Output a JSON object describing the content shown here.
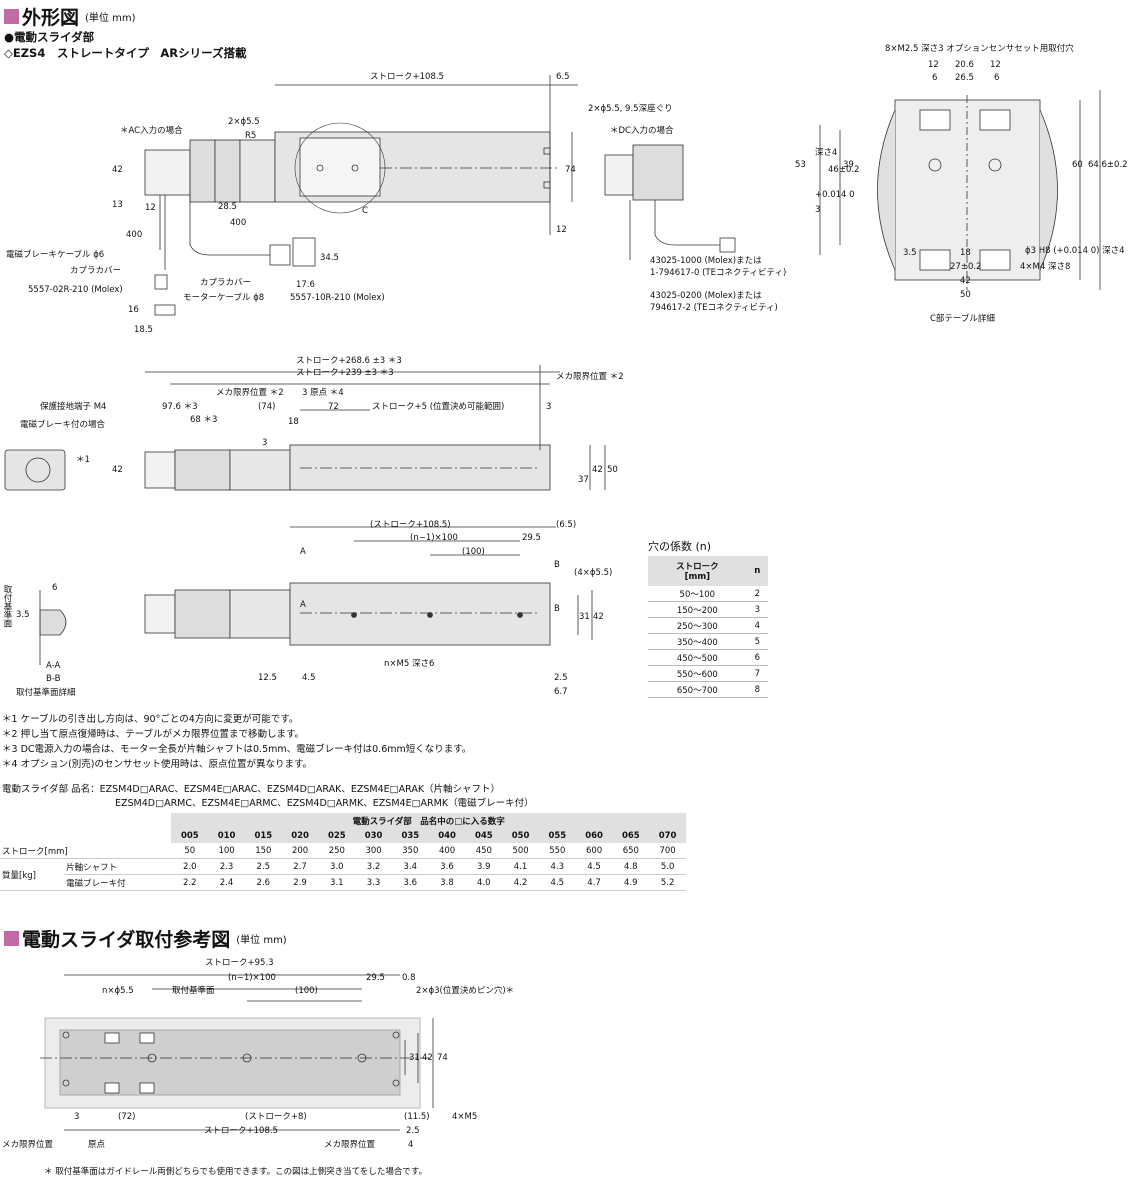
{
  "title": {
    "main": "外形図",
    "unit": "(単位 mm)"
  },
  "subtitle1": "●電動スライダ部",
  "subtitle2": "◇EZS4　ストレートタイプ　ARシリーズ搭載",
  "top_labels": {
    "stroke_108": "ストローク+108.5",
    "d65": "6.5",
    "holes1": "2×ϕ5.5, 9.5深座ぐり",
    "ac": "＊AC入力の場合",
    "dc": "＊DC入力の場合",
    "h255": "2×ϕ5.5",
    "r5": "R5",
    "d42": "42",
    "d13": "13",
    "d12": "12",
    "d285": "28.5",
    "d400a": "400",
    "d400b": "400",
    "d74": "74",
    "d12b": "12",
    "c": "C",
    "brake_cable": "電磁ブレーキケーブル ϕ6",
    "coupler1": "カプラカバー",
    "molex1": "5557-02R-210 (Molex)",
    "coupler2": "カプラカバー",
    "motor_cable": "モーターケーブル ϕ8",
    "molex2": "5557-10R-210 (Molex)",
    "d345": "34.5",
    "d176": "17.6",
    "d16": "16",
    "d185": "18.5",
    "dc_c1": "43025-1000 (Molex)または",
    "dc_c2": "1-794617-0 (TEコネクティビティ)",
    "dc_c3": "43025-0200 (Molex)または",
    "dc_c4": "794617-2 (TEコネクティビティ)"
  },
  "ctable": {
    "top": "8×M2.5 深さ3 オプションセンサセット用取付穴",
    "d12a": "12",
    "d206": "20.6",
    "d12b": "12",
    "d6a": "6",
    "d265": "26.5",
    "d6b": "6",
    "d53": "53",
    "d4": "深さ4",
    "tol": "+0.014 0",
    "d3": "3",
    "d46": "46±0.2",
    "d39": "39",
    "d60": "60",
    "d646": "64.6±0.2",
    "d35": "3.5",
    "d18": "18",
    "d27": "27±0.2",
    "d42": "42",
    "d50": "50",
    "pin": "ϕ3 H8 (+0.014 0) 深さ4",
    "m4": "4×M4 深さ8",
    "caption": "C部テーブル詳細"
  },
  "mid_labels": {
    "s268": "ストローク+268.6 ±3 ＊3",
    "s239": "ストローク+239 ±3 ＊3",
    "mecha_r": "メカ限界位置 ＊2",
    "mecha_l": "メカ限界位置 ＊2",
    "origin": "3 原点 ＊4",
    "ground": "保護接地端子 M4",
    "brake": "電磁ブレーキ付の場合",
    "d976": "97.6 ＊3",
    "d68": "68 ＊3",
    "d74": "(74)",
    "d72": "72",
    "d18": "18",
    "d3": "3",
    "d3b": "3",
    "range": "ストローク+5 (位置決め可能範囲)",
    "d42": "42",
    "d37": "37",
    "d42b": "42",
    "d50": "50",
    "star1": "＊1"
  },
  "bot_labels": {
    "s1085": "(ストローク+108.5)",
    "d65": "(6.5)",
    "n100": "(n−1)×100",
    "d295": "29.5",
    "d100": "(100)",
    "a": "A",
    "a2": "A",
    "b": "B",
    "b2": "B",
    "holes": "(4×ϕ5.5)",
    "d31": "31",
    "d42": "42",
    "nm5": "n×M5 深さ6",
    "d125": "12.5",
    "d45": "4.5",
    "d25": "2.5",
    "d67": "6.7",
    "detail1": "A-A",
    "detail2": "B-B",
    "detail3": "取付基準面詳細",
    "ref": "取付基準面",
    "d6": "6",
    "d35": "3.5"
  },
  "hole_table": {
    "title": "穴の係数 (n)",
    "headers": [
      "ストローク\n[mm]",
      "n"
    ],
    "rows": [
      [
        "50～100",
        "2"
      ],
      [
        "150～200",
        "3"
      ],
      [
        "250～300",
        "4"
      ],
      [
        "350～400",
        "5"
      ],
      [
        "450～500",
        "6"
      ],
      [
        "550～600",
        "7"
      ],
      [
        "650～700",
        "8"
      ]
    ]
  },
  "notes": [
    "＊1 ケーブルの引き出し方向は、90°ごとの4方向に変更が可能です。",
    "＊2 押し当て原点復帰時は、テーブルがメカ限界位置まで移動します。",
    "＊3 DC電源入力の場合は、モーター全長が片軸シャフトは0.5mm、電磁ブレーキ付は0.6mm短くなります。",
    "＊4 オプション(別売)のセンサセット使用時は、原点位置が異なります。"
  ],
  "product": {
    "line1": "電動スライダ部 品名：EZSM4D□ARAC、EZSM4E□ARAC、EZSM4D□ARAK、EZSM4E□ARAK（片軸シャフト）",
    "line2": "EZSM4D□ARMC、EZSM4E□ARMC、EZSM4D□ARMK、EZSM4E□ARMK（電磁ブレーキ付）"
  },
  "spec_table": {
    "header": "電動スライダ部　品名中の□に入る数字",
    "codes": [
      "005",
      "010",
      "015",
      "020",
      "025",
      "030",
      "035",
      "040",
      "045",
      "050",
      "055",
      "060",
      "065",
      "070"
    ],
    "stroke_label": "ストローク[mm]",
    "stroke": [
      "50",
      "100",
      "150",
      "200",
      "250",
      "300",
      "350",
      "400",
      "450",
      "500",
      "550",
      "600",
      "650",
      "700"
    ],
    "mass_label": "質量[kg]",
    "single_label": "片軸シャフト",
    "single": [
      "2.0",
      "2.3",
      "2.5",
      "2.7",
      "3.0",
      "3.2",
      "3.4",
      "3.6",
      "3.9",
      "4.1",
      "4.3",
      "4.5",
      "4.8",
      "5.0"
    ],
    "brake_label": "電磁ブレーキ付",
    "brake": [
      "2.2",
      "2.4",
      "2.6",
      "2.9",
      "3.1",
      "3.3",
      "3.6",
      "3.8",
      "4.0",
      "4.2",
      "4.5",
      "4.7",
      "4.9",
      "5.2"
    ]
  },
  "title2": {
    "main": "電動スライダ取付参考図",
    "unit": "(単位 mm)"
  },
  "mount": {
    "s953": "ストローク+95.3",
    "n100": "(n−1)×100",
    "d295": "29.5",
    "d08": "0.8",
    "nh": "n×ϕ5.5",
    "ref": "取付基準面",
    "d100": "(100)",
    "pin": "2×ϕ3(位置決めピン穴)＊",
    "d31": "31",
    "d42": "42",
    "d74": "74",
    "d3": "3",
    "d72": "(72)",
    "s8": "(ストローク+8)",
    "d115": "(11.5)",
    "m5": "4×M5",
    "s1085": "ストローク+108.5",
    "d25": "2.5",
    "d4": "4",
    "mecha_l": "メカ限界位置",
    "origin": "原点",
    "mecha_r": "メカ限界位置",
    "foot": "＊ 取付基準面はガイドレール両側どちらでも使用できます。この図は上側突き当てをした場合です。"
  }
}
